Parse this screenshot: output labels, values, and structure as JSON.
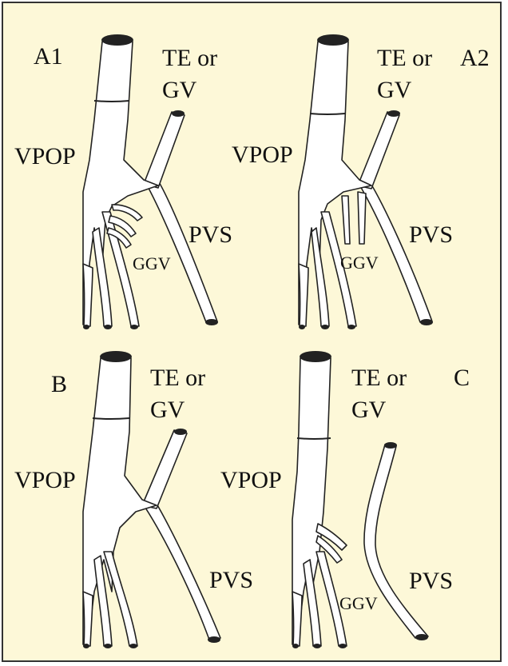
{
  "panels": {
    "a1": {
      "id": "A1",
      "te": "TE or",
      "gv": "GV",
      "vpop": "VPOP",
      "pvs": "PVS",
      "ggv": "GGV"
    },
    "a2": {
      "id": "A2",
      "te": "TE or",
      "gv": "GV",
      "vpop": "VPOP",
      "pvs": "PVS",
      "ggv": "GGV"
    },
    "b": {
      "id": "B",
      "te": "TE or",
      "gv": "GV",
      "vpop": "VPOP",
      "pvs": "PVS"
    },
    "c": {
      "id": "C",
      "te": "TE or",
      "gv": "GV",
      "vpop": "VPOP",
      "pvs": "PVS",
      "ggv": "GGV"
    }
  },
  "colors": {
    "background": "#fdf8d8",
    "vein_fill": "#ffffff",
    "outline": "#222222"
  }
}
